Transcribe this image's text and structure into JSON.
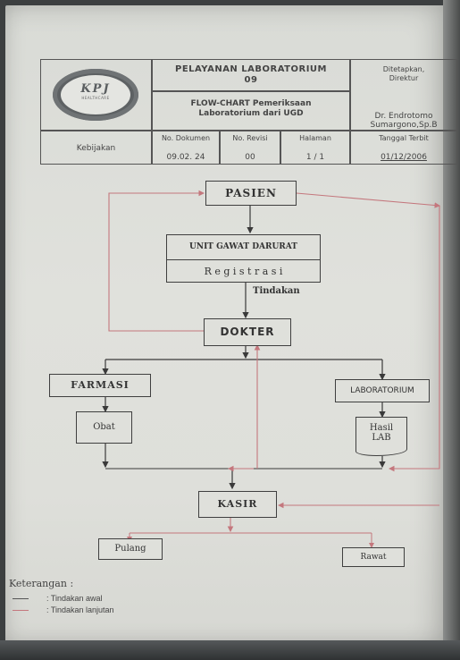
{
  "header": {
    "logo_text": "KPJ",
    "logo_sub": "HEALTHCARE",
    "title_line1": "PELAYANAN LABORATORIUM",
    "title_line2": "09",
    "subtitle_line1": "FLOW-CHART Pemeriksaan",
    "subtitle_line2": "Laboratorium dari UGD",
    "ditetapkan_line1": "Ditetapkan,",
    "ditetapkan_line2": "Direktur",
    "director_line1": "Dr. Endrotomo",
    "director_line2": "Sumargono,Sp.B",
    "kebijakan": "Kebijakan",
    "no_dokumen_label": "No. Dokumen",
    "no_dokumen_value": "09.02. 24",
    "no_revisi_label": "No. Revisi",
    "no_revisi_value": "00",
    "halaman_label": "Halaman",
    "halaman_value": "1 / 1",
    "tanggal_label": "Tanggal Terbit",
    "tanggal_value": "01/12/2006"
  },
  "flow": {
    "pasien": "PASIEN",
    "ugd": "UNIT GAWAT DARURAT",
    "registrasi": "R e g i s t r a s i",
    "tindakan": "Tindakan",
    "dokter": "DOKTER",
    "farmasi": "FARMASI",
    "obat": "Obat",
    "laboratorium": "LABORATORIUM",
    "hasil_line1": "Hasil",
    "hasil_line2": "LAB",
    "kasir": "KASIR",
    "pulang": "Pulang",
    "rawat": "Rawat"
  },
  "legend": {
    "title": "Keterangan :",
    "item1": ": Tindakan awal",
    "item2": ": Tindakan lanjutan"
  },
  "colors": {
    "line_dark": "#3a3a3a",
    "line_red": "#c4777d"
  }
}
